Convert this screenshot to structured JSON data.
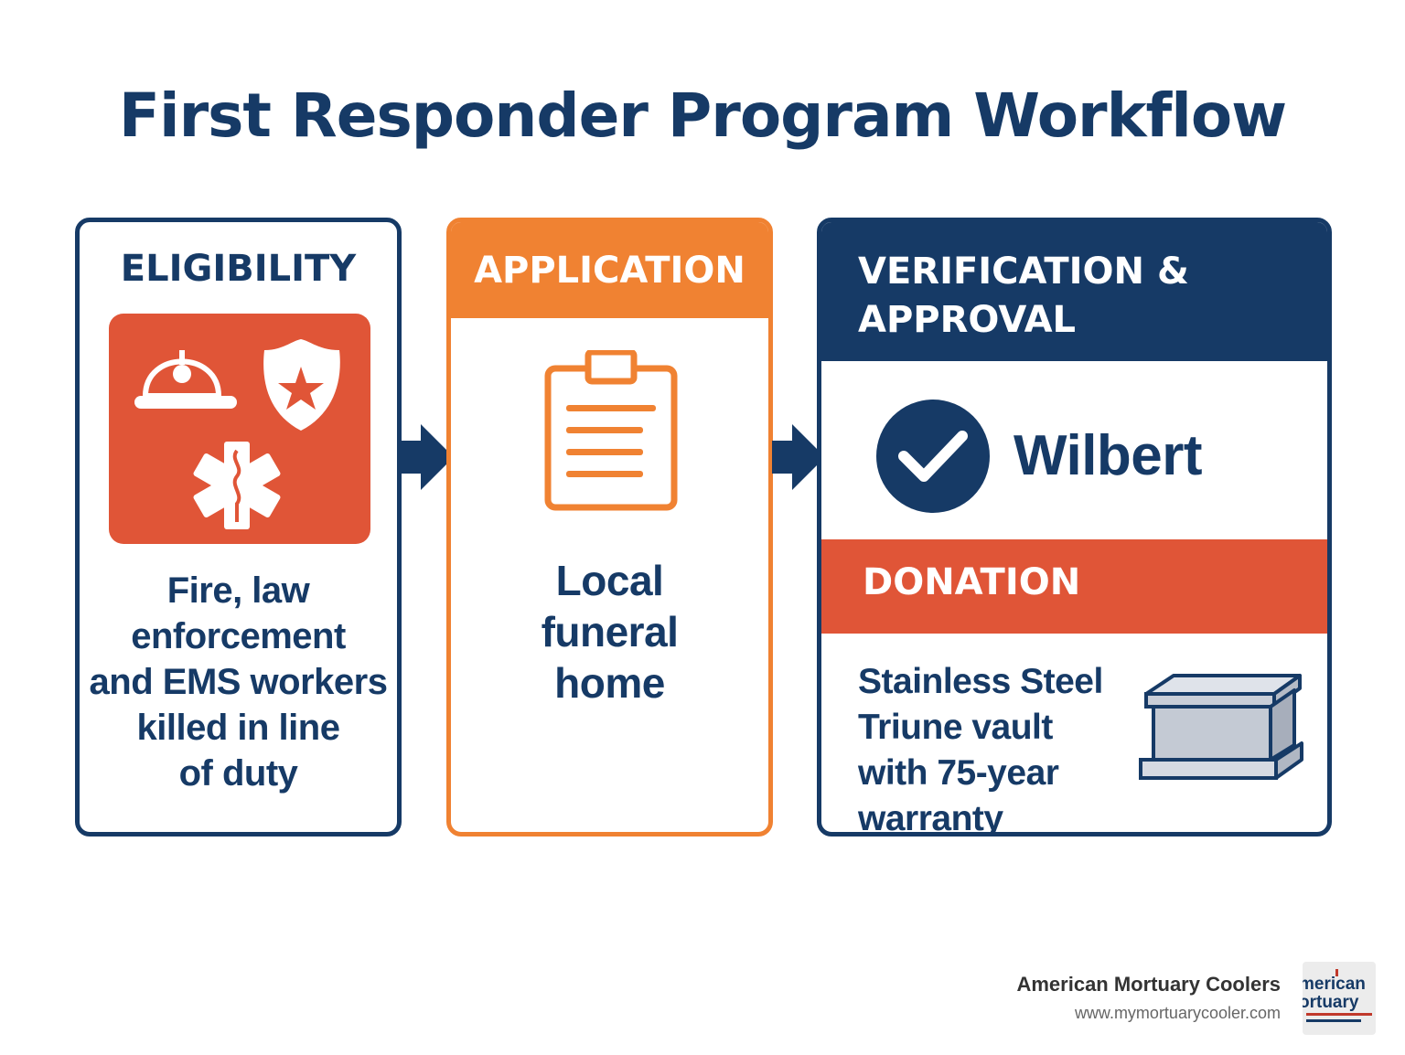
{
  "title": "First Responder Program Workflow",
  "steps": [
    {
      "heading": "ELIGIBILITY",
      "icons": [
        "firefighter-helmet-icon",
        "police-badge-icon",
        "star-of-life-icon"
      ],
      "lines": [
        "Fire, law",
        "enforcement",
        "and EMS workers",
        "killed in line",
        "of duty"
      ]
    },
    {
      "heading": "APPLICATION",
      "icons": [
        "clipboard-icon"
      ],
      "lines": [
        "Local",
        "funeral",
        "home"
      ]
    },
    {
      "heading_lines": [
        "VERIFICATION &",
        "APPROVAL"
      ],
      "icons": [
        "checkmark-icon"
      ],
      "brand": "Wilbert",
      "subheading": "DONATION",
      "donation_lines": [
        "Stainless Steel",
        "Triune vault",
        "with 75-year",
        "warranty"
      ],
      "donation_icon": "burial-vault-icon"
    }
  ],
  "footer": {
    "company": "American Mortuary Coolers",
    "url": "www.mymortuarycooler.com",
    "logo_text": [
      "merican",
      "ortuary"
    ]
  },
  "colors": {
    "navy": "#163a66",
    "orange": "#f08232",
    "red": "#e05537"
  }
}
